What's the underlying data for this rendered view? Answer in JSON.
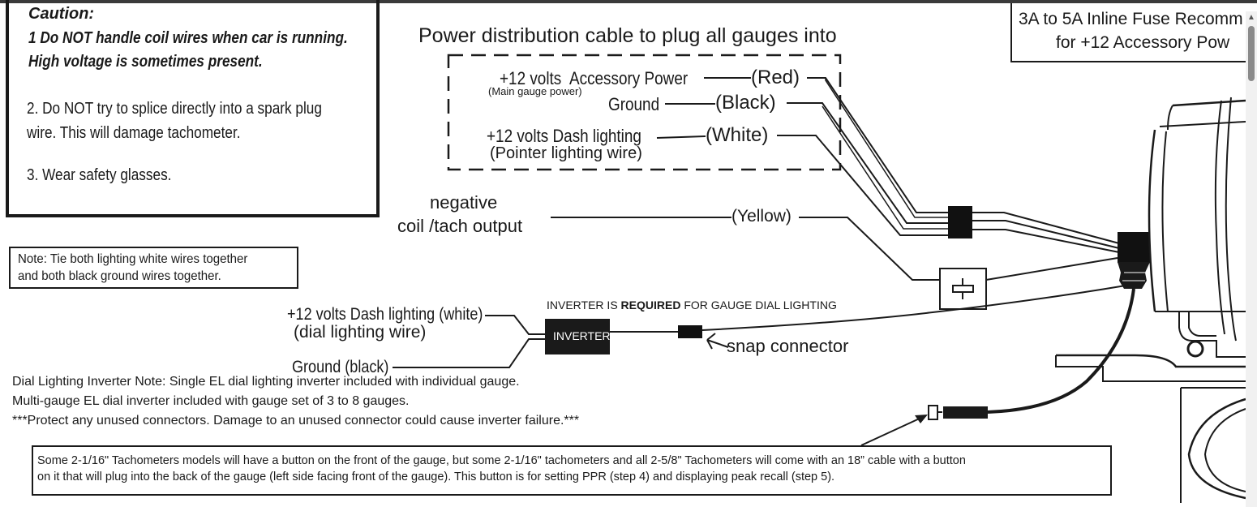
{
  "caution": {
    "title": "Caution:",
    "line1": "1 Do NOT handle coil wires when car is running.",
    "line2": "High voltage is sometimes present.",
    "item2a": "2. Do NOT try to splice directly into a spark plug",
    "item2b": "wire.  This will damage tachometer.",
    "item3": "3. Wear safety glasses."
  },
  "power_title": "Power distribution cable to plug all gauges into",
  "wires": {
    "accessory_a": "+12 volts",
    "accessory_b": "Accessory Power",
    "accessory_sub": "(Main gauge power)",
    "red": "(Red)",
    "ground": "Ground",
    "black": "(Black)",
    "dash_a": "+12 volts Dash lighting",
    "dash_b": "(Pointer lighting wire)",
    "white": "(White)",
    "negative_a": "negative",
    "negative_b": "coil /tach output",
    "yellow": "(Yellow)"
  },
  "fuse": {
    "line1": "3A to 5A Inline Fuse Recomm",
    "line2": "for +12 Accessory Pow"
  },
  "note": {
    "line1": "Note: Tie both lighting white wires together",
    "line2": "and both black ground wires together."
  },
  "inverter": {
    "req_prefix": "INVERTER IS ",
    "req_bold": "REQUIRED",
    "req_suffix": " FOR GAUGE DIAL LIGHTING",
    "label": "INVERTER",
    "dash_a": "+12 volts Dash lighting (white)",
    "dash_b": "(dial lighting wire)",
    "ground": "Ground (black)",
    "snap": "snap connector"
  },
  "dial_note": {
    "line1": "Dial Lighting Inverter Note: Single EL dial lighting inverter included with individual gauge.",
    "line2": "Multi-gauge EL dial inverter included with gauge set of 3 to 8 gauges.",
    "line3": "***Protect any unused connectors. Damage to an unused connector could cause inverter failure.***"
  },
  "bottom_note": {
    "line1": "Some 2-1/16\" Tachometers models will have a button on the front of the gauge, but some 2-1/16\" tachometers and all 2-5/8\" Tachometers will come with an 18” cable with a button",
    "line2": "on it that will plug into the back of the gauge (left side facing front of the gauge). This button is for setting PPR (step 4) and displaying peak recall (step 5)."
  }
}
